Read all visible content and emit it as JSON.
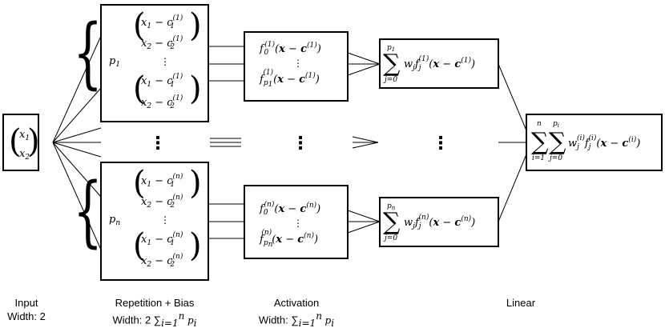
{
  "captions": {
    "input": {
      "title": "Input",
      "width_label": "Width: 2"
    },
    "repetition": {
      "title": "Repetition + Bias",
      "width_label": "Width: 2"
    },
    "activation": {
      "title": "Activation",
      "width_label": "Width:"
    },
    "linear": {
      "title": "Linear"
    }
  },
  "math": {
    "x1": "x",
    "x2": "x",
    "minus": "−",
    "p1": "p",
    "pn": "p",
    "vdots": "⋮",
    "f": "f",
    "bold_x": "x",
    "bold_c": "c",
    "w": "w",
    "sum": "∑",
    "sub_1": "1",
    "sub_2": "2",
    "sub_n": "n",
    "sub_j": "j",
    "sub_i": "i",
    "sup_1": "(1)",
    "sup_n": "(n)",
    "sup_i": "(i)",
    "j_eq_0": "j=0",
    "i_eq_1": "i=1",
    "p_i": "p",
    "n": "n",
    "two": "2"
  }
}
